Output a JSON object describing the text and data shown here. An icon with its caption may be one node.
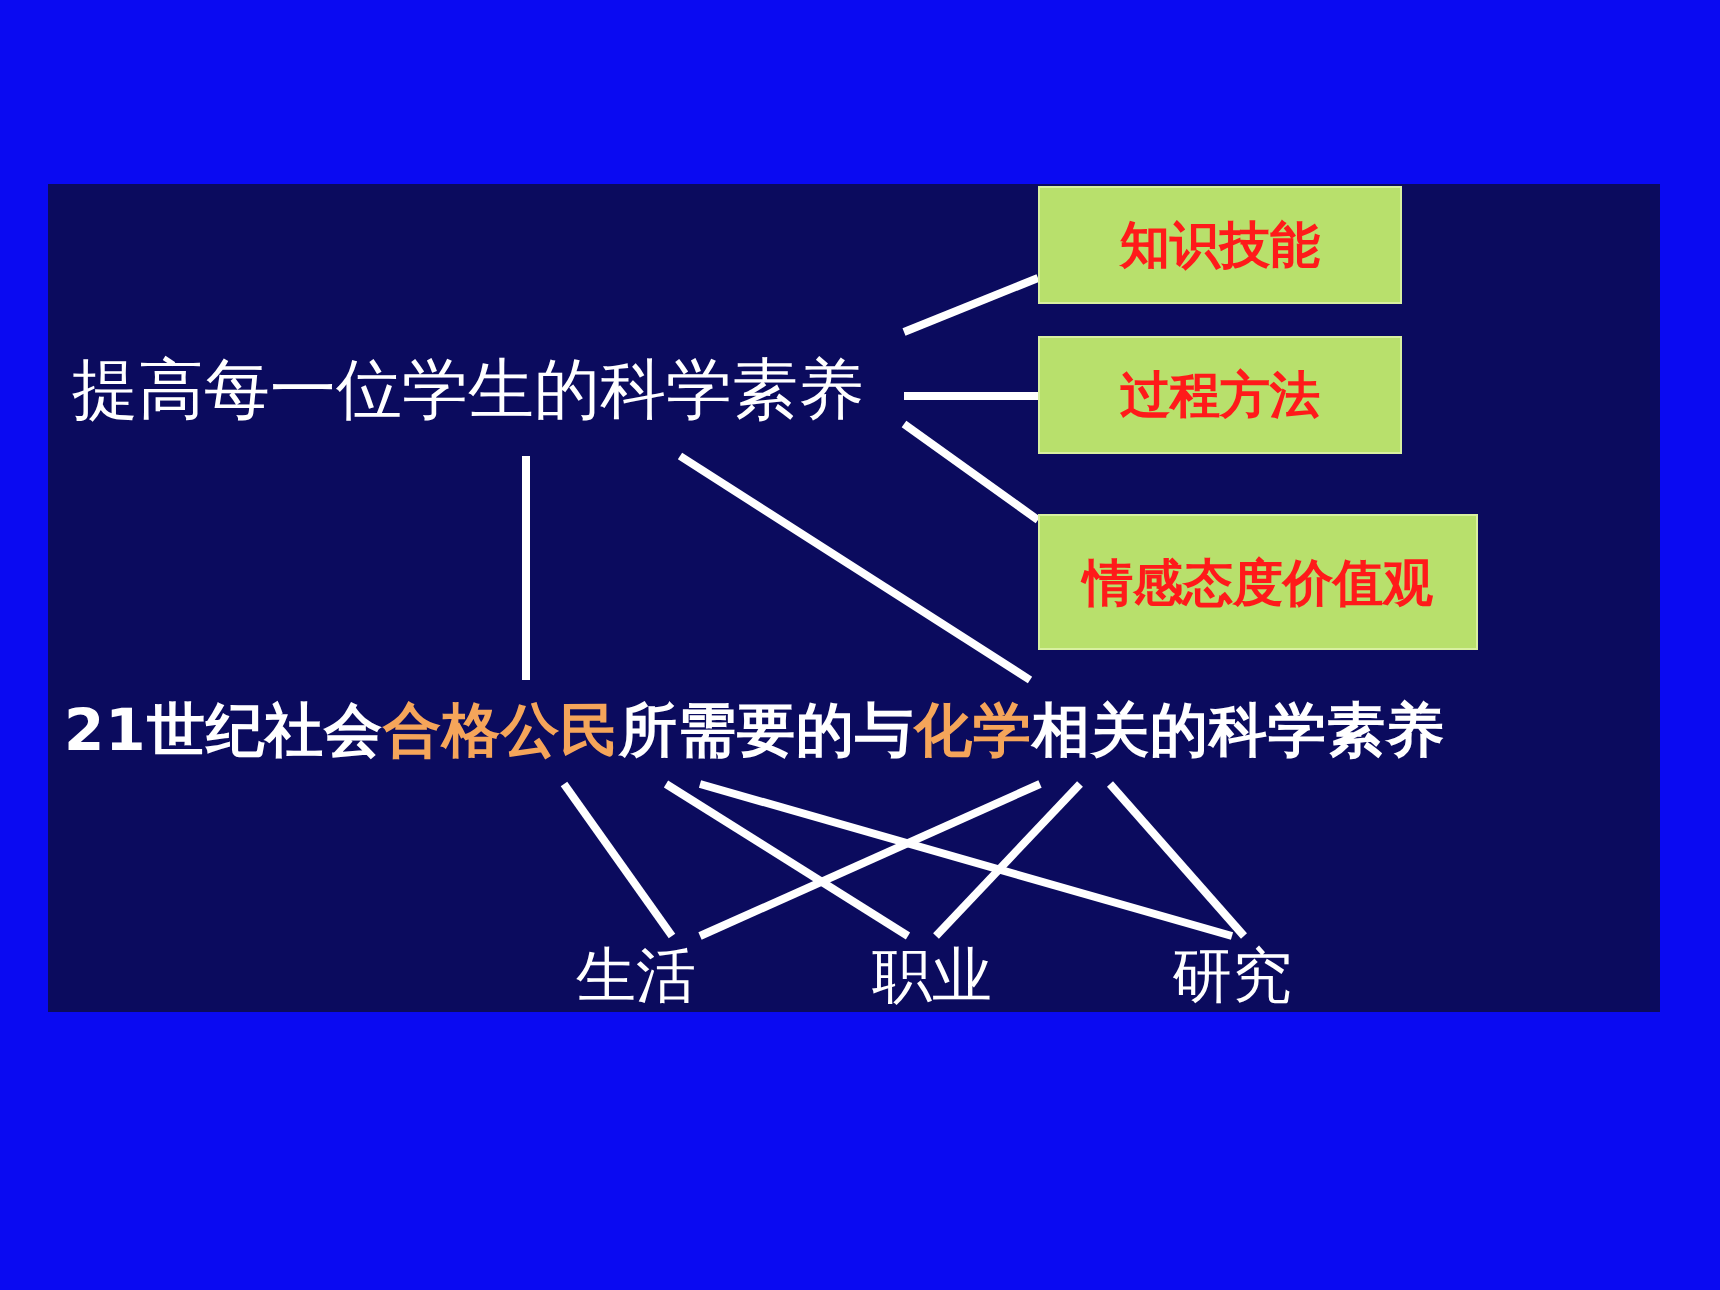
{
  "diagram": {
    "nodes": [
      {
        "text": [
          "提高每一位学生的科学素养"
        ]
      },
      {
        "text": [
          "知识技能"
        ]
      },
      {
        "text": [
          "过程方法"
        ]
      },
      {
        "text": [
          "情感态度价值观"
        ]
      },
      {
        "text": [
          "21世纪社会**合格公民**所需要的与**化学**相关的科学素养"
        ]
      },
      {
        "text": [
          "生活"
        ]
      },
      {
        "text": [
          "职业"
        ]
      },
      {
        "text": [
          "研究"
        ]
      }
    ],
    "edges": [
      {
        "from": 0,
        "to": 1,
        "arrow": "none"
      },
      {
        "from": 0,
        "to": 2,
        "arrow": "none"
      },
      {
        "from": 0,
        "to": 3,
        "arrow": "none"
      },
      {
        "from": 0,
        "to": 4,
        "arrow": "none"
      },
      {
        "from": 0,
        "to": 4,
        "arrow": "none"
      },
      {
        "from": 4,
        "to": 5,
        "arrow": "none"
      },
      {
        "from": 4,
        "to": 6,
        "arrow": "none"
      },
      {
        "from": 4,
        "to": 7,
        "arrow": "none"
      },
      {
        "from": 4,
        "to": 5,
        "arrow": "none"
      },
      {
        "from": 4,
        "to": 6,
        "arrow": "none"
      },
      {
        "from": 4,
        "to": 7,
        "arrow": "none"
      }
    ]
  }
}
